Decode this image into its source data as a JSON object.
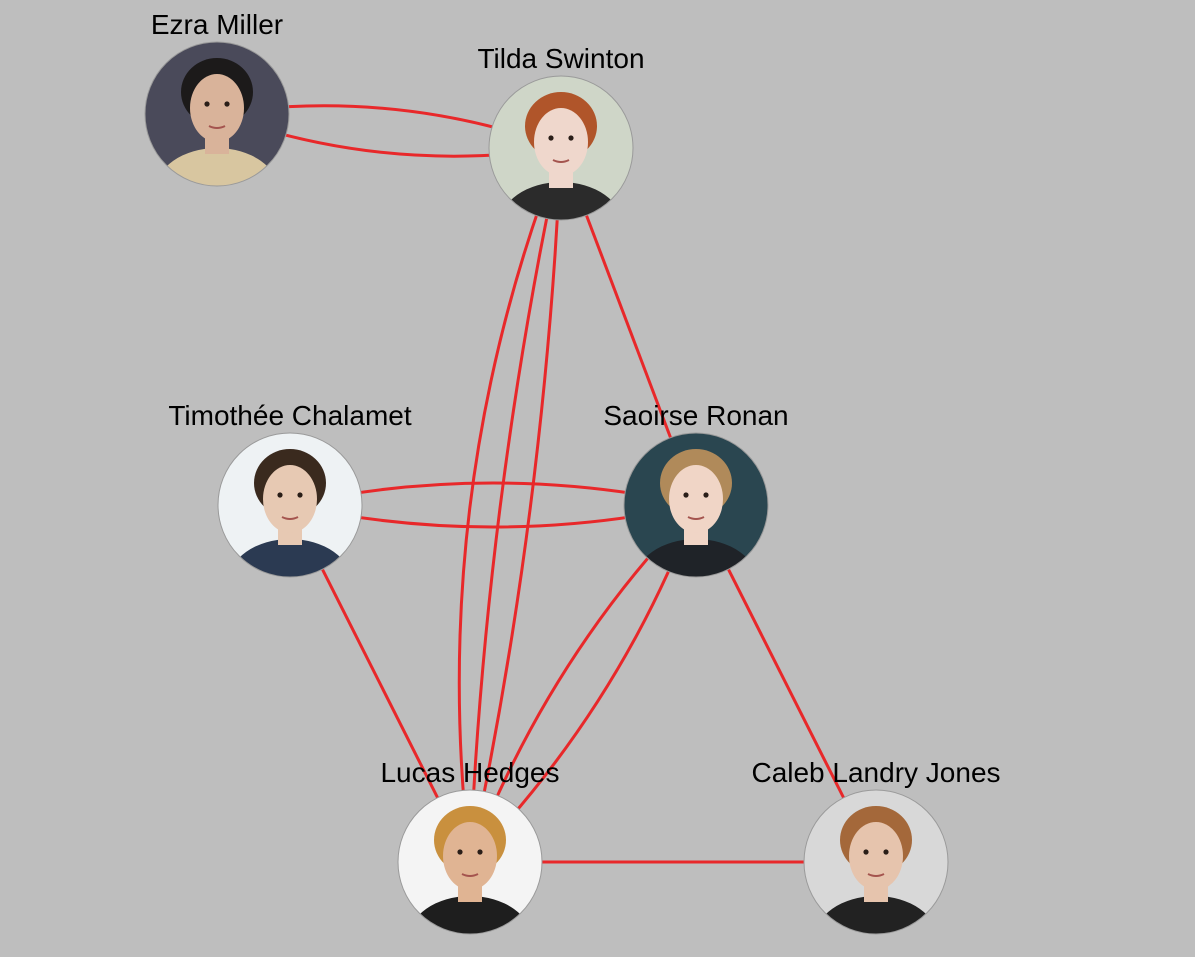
{
  "background_color": "#bebebe",
  "edge_color": "#e8282a",
  "nodes": [
    {
      "id": "ezra",
      "label": "Ezra Miller",
      "photo": "portrait-photo"
    },
    {
      "id": "tilda",
      "label": "Tilda Swinton",
      "photo": "portrait-photo"
    },
    {
      "id": "timothee",
      "label": "Timothée Chalamet",
      "photo": "portrait-photo"
    },
    {
      "id": "saoirse",
      "label": "Saoirse Ronan",
      "photo": "portrait-photo"
    },
    {
      "id": "lucas",
      "label": "Lucas Hedges",
      "photo": "portrait-photo"
    },
    {
      "id": "caleb",
      "label": "Caleb Landry Jones",
      "photo": "portrait-photo"
    }
  ],
  "edges": [
    {
      "source": "ezra",
      "target": "tilda"
    },
    {
      "source": "ezra",
      "target": "tilda"
    },
    {
      "source": "tilda",
      "target": "saoirse"
    },
    {
      "source": "tilda",
      "target": "lucas"
    },
    {
      "source": "tilda",
      "target": "lucas"
    },
    {
      "source": "tilda",
      "target": "lucas"
    },
    {
      "source": "timothee",
      "target": "saoirse"
    },
    {
      "source": "timothee",
      "target": "saoirse"
    },
    {
      "source": "timothee",
      "target": "lucas"
    },
    {
      "source": "saoirse",
      "target": "lucas"
    },
    {
      "source": "saoirse",
      "target": "lucas"
    },
    {
      "source": "saoirse",
      "target": "caleb"
    },
    {
      "source": "lucas",
      "target": "caleb"
    }
  ]
}
